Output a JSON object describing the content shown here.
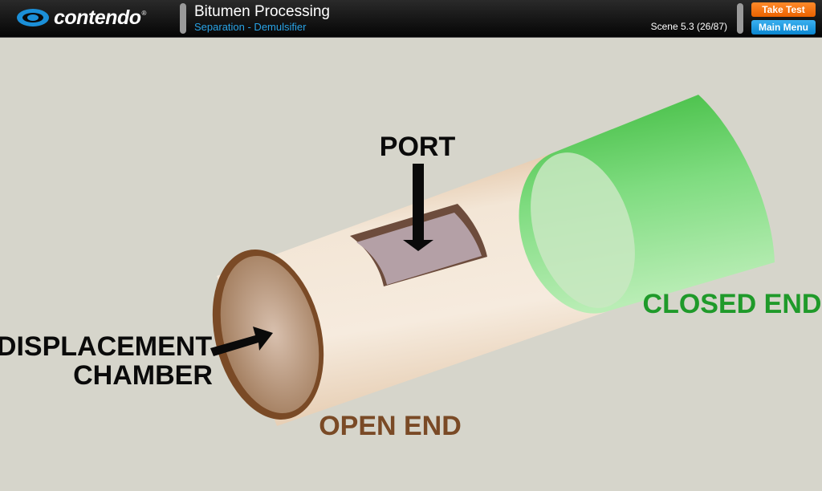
{
  "header": {
    "brand": "contendo",
    "brand_mark": "®",
    "title": "Bitumen Processing",
    "subtitle": "Separation - Demulsifier",
    "scene": "Scene 5.3 (26/87)",
    "take_test_label": "Take Test",
    "main_menu_label": "Main Menu"
  },
  "diagram": {
    "port_label": "PORT",
    "chamber_label_line1": "DISPLACEMENT",
    "chamber_label_line2": "CHAMBER",
    "closed_end_label": "CLOSED END",
    "open_end_label": "OPEN END"
  },
  "colors": {
    "background": "#d6d5cb",
    "pipe_body": "#eddbc6",
    "pipe_rim": "#7a4a26",
    "closed_end": "#4cc64c",
    "closed_label": "#1f9a2a",
    "open_label": "#7a4a26",
    "accent_orange": "#ea6200",
    "accent_blue": "#0a86d0"
  },
  "icons": {
    "logo": "contendo-eye-logo-icon",
    "arrow": "black-arrow-icon"
  }
}
